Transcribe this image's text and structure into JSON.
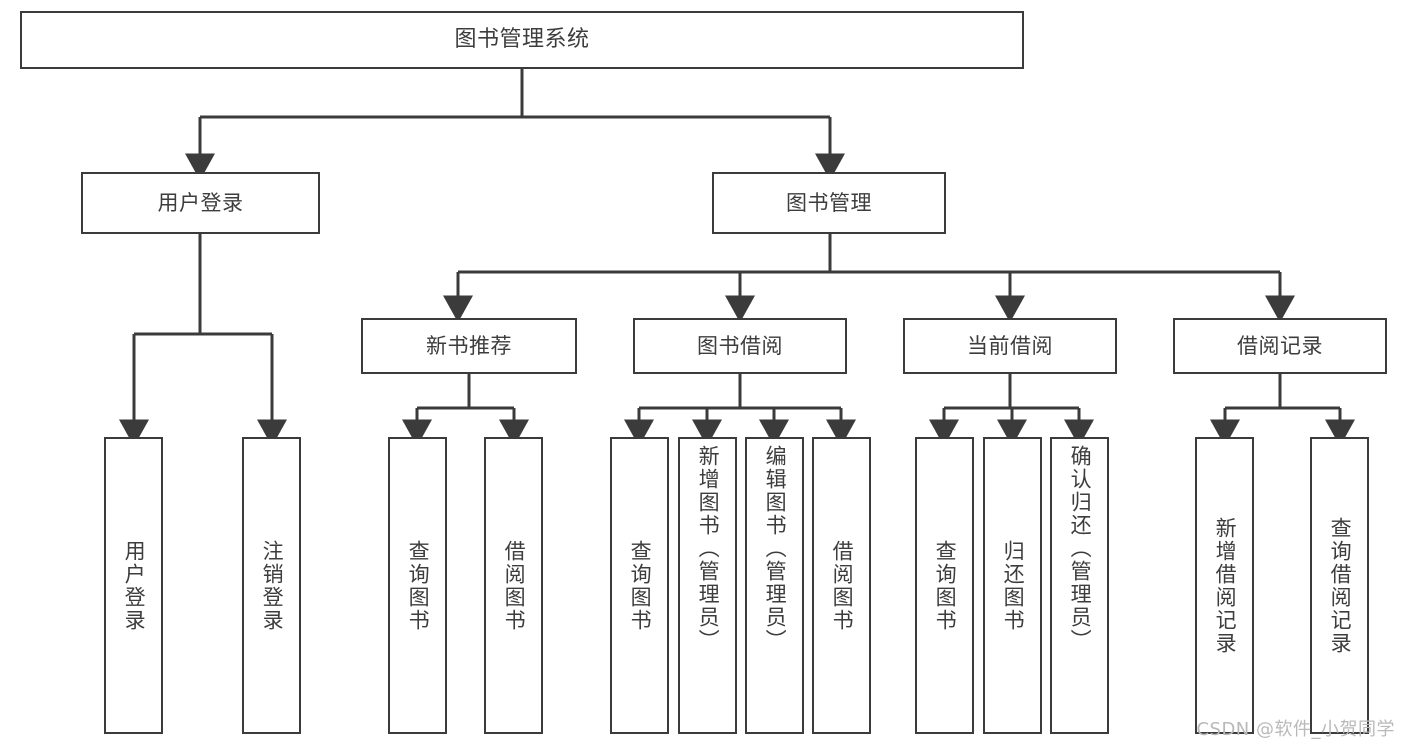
{
  "diagram": {
    "title": "图书管理系统",
    "watermark": "CSDN @软件_小贺同学",
    "line_color": "#3b3b3b",
    "box_fill": "#ffffff",
    "text_color": "#3d3d3d",
    "nodes": {
      "root": "图书管理系统",
      "level2": [
        "用户登录",
        "图书管理"
      ],
      "level3": [
        "新书推荐",
        "图书借阅",
        "当前借阅",
        "借阅记录"
      ],
      "leaves": {
        "user_login": [
          "用户登录",
          "注销登录"
        ],
        "new_book": [
          "查询图书",
          "借阅图书"
        ],
        "book_borrow": [
          "查询图书",
          "新增图书（管理员）",
          "编辑图书（管理员）",
          "借阅图书"
        ],
        "current_borrow": [
          "查询图书",
          "归还图书",
          "确认归还（管理员）"
        ],
        "borrow_record": [
          "新增借阅记录",
          "查询借阅记录"
        ]
      }
    }
  }
}
